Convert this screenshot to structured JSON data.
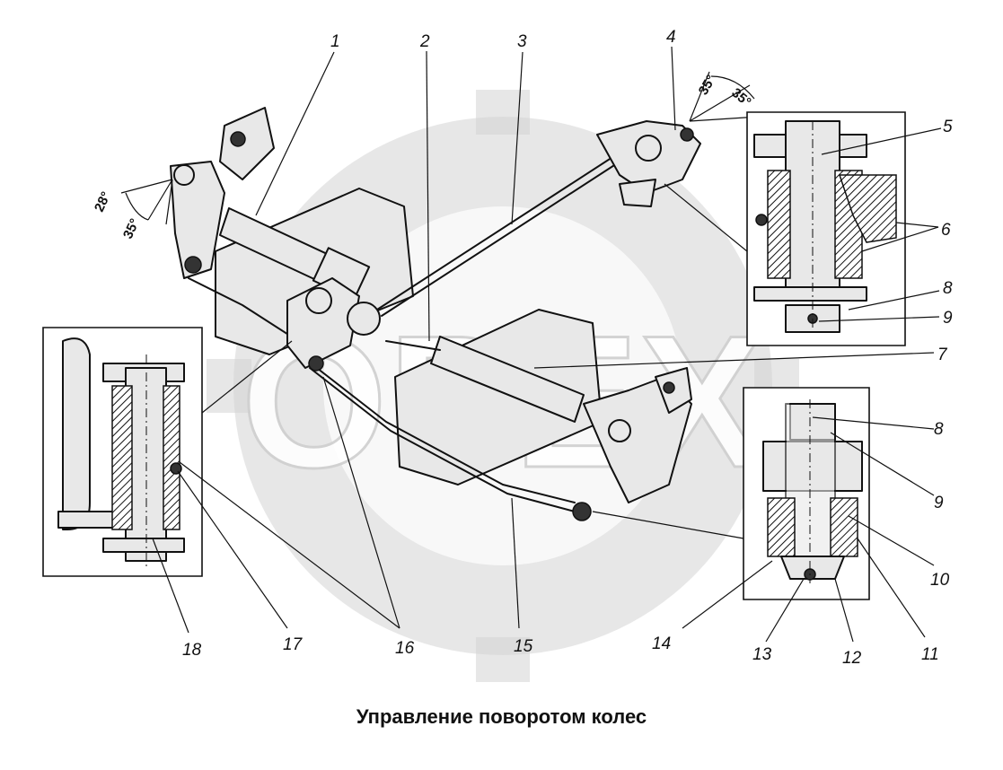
{
  "caption": "Управление поворотом колес",
  "watermark": "OPEX",
  "callouts": [
    {
      "id": "1",
      "label": "1"
    },
    {
      "id": "2",
      "label": "2"
    },
    {
      "id": "3",
      "label": "3"
    },
    {
      "id": "4",
      "label": "4"
    },
    {
      "id": "5",
      "label": "5"
    },
    {
      "id": "6",
      "label": "6"
    },
    {
      "id": "7",
      "label": "7"
    },
    {
      "id": "8a",
      "label": "8"
    },
    {
      "id": "9a",
      "label": "9"
    },
    {
      "id": "8b",
      "label": "8"
    },
    {
      "id": "9b",
      "label": "9"
    },
    {
      "id": "10",
      "label": "10"
    },
    {
      "id": "11",
      "label": "11"
    },
    {
      "id": "12",
      "label": "12"
    },
    {
      "id": "13",
      "label": "13"
    },
    {
      "id": "14",
      "label": "14"
    },
    {
      "id": "15",
      "label": "15"
    },
    {
      "id": "16",
      "label": "16"
    },
    {
      "id": "17",
      "label": "17"
    },
    {
      "id": "18",
      "label": "18"
    }
  ],
  "angles": {
    "left_a": "28°",
    "left_b": "35°",
    "right_a": "35°",
    "right_b": "35°"
  }
}
